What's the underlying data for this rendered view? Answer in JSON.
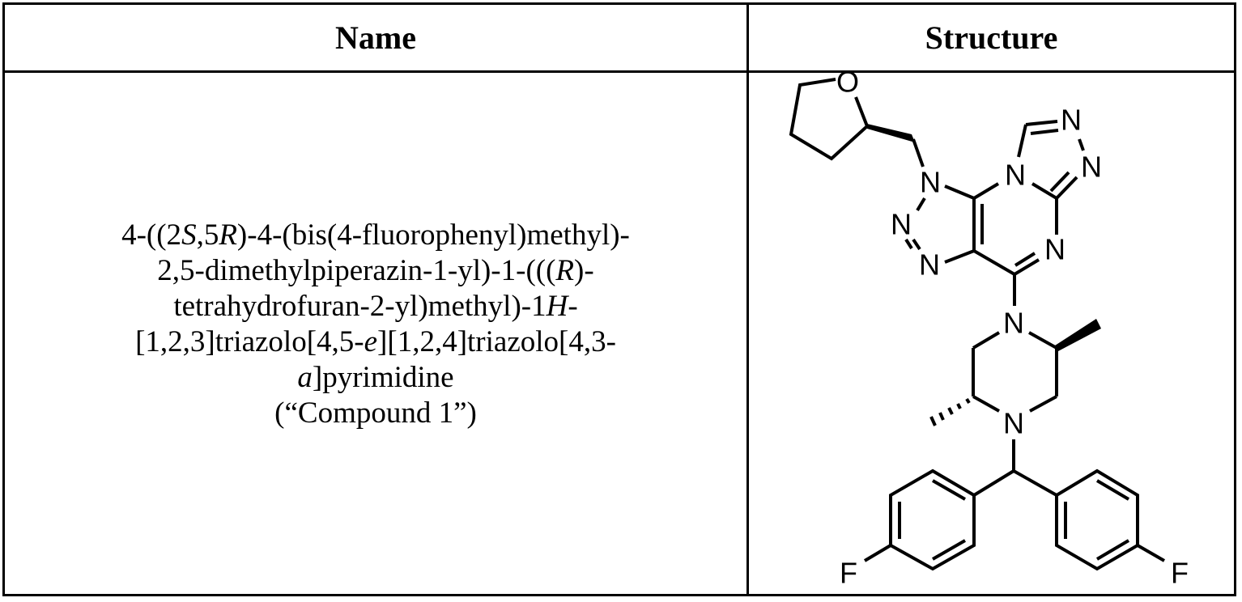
{
  "table": {
    "headers": [
      "Name",
      "Structure"
    ],
    "rows": [
      {
        "name_lines": [
          [
            "4-((2",
            "S",
            ",5",
            "R",
            ")-4-(bis(4-fluorophenyl)methyl)-"
          ],
          [
            "2,5-dimethylpiperazin-1-yl)-1-(((",
            "R",
            ")-"
          ],
          [
            "tetrahydrofuran-2-yl)methyl)-1",
            "H",
            "-"
          ],
          [
            "[1,2,3]triazolo[4,5-",
            "e",
            "][1,2,4]triazolo[4,3-"
          ],
          [
            "a",
            "]pyrimidine"
          ],
          [
            "(“Compound 1”)"
          ]
        ],
        "structure_atoms": {
          "O": "O",
          "N": "N",
          "F": "F"
        }
      }
    ]
  }
}
